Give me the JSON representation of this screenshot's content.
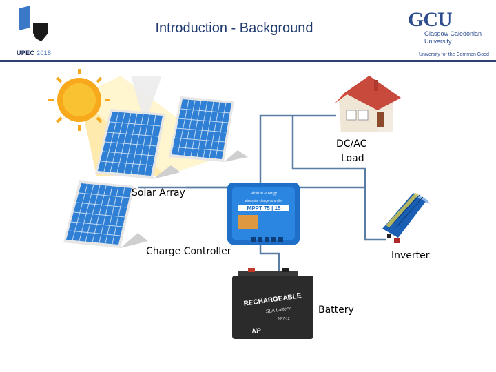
{
  "header": {
    "title": "Introduction - Background",
    "left_logo_text": "UPEC",
    "left_logo_year": "2018",
    "right_logo_mark": "GCU",
    "right_logo_name_line1": "Glasgow Caledonian",
    "right_logo_name_line2": "University",
    "right_logo_motto": "University for the Common Good"
  },
  "diagram": {
    "labels": {
      "solar_array": "Solar Array",
      "charge_controller": "Charge Controller",
      "dc_ac_load_line1": "DC/AC",
      "dc_ac_load_line2": "Load",
      "inverter": "Inverter",
      "battery": "Battery"
    },
    "device_text": {
      "controller_brand": "victron energy",
      "controller_model": "MPPT 75 | 15",
      "controller_product": "BlueSolar charge controller",
      "battery_brand": "RECHARGEABLE",
      "battery_brand_sub": "SLA battery",
      "battery_model": "NP7-12",
      "battery_maker": "NP"
    },
    "colors": {
      "wire": "#5a7da3",
      "sun": "#f7a81b",
      "panel_cell": "#2f7fd4",
      "controller": "#1f6fc8",
      "battery": "#2b2b2b",
      "inverter": "#1a5fb4",
      "header_rule": "#2d3f73"
    }
  }
}
